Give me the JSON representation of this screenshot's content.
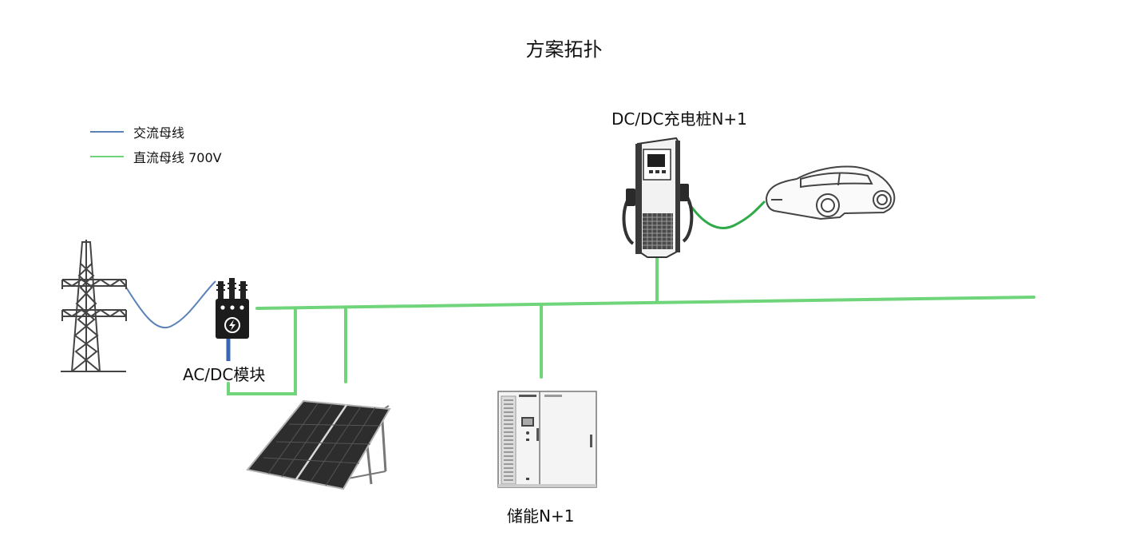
{
  "title": "方案拓扑",
  "colors": {
    "ac_bus": "#5b82b8",
    "dc_bus": "#6fd47a",
    "car_cable": "#2eaa48",
    "transformer_link": "#3a66b5",
    "equipment_dark": "#222222"
  },
  "legend": [
    {
      "label": "交流母线",
      "color": "#5b82b8"
    },
    {
      "label": "直流母线 700V",
      "color": "#6fd47a"
    }
  ],
  "nodes": {
    "charger_label": "DC/DC充电桩N+1",
    "acdc_label": "AC/DC模块",
    "storage_label": "储能N+1"
  },
  "icons": {
    "tower": "power-tower-icon",
    "transformer": "transformer-icon",
    "solar": "solar-panel-icon",
    "storage": "storage-cabinet-icon",
    "charger": "charging-pile-icon",
    "car": "electric-car-icon"
  }
}
